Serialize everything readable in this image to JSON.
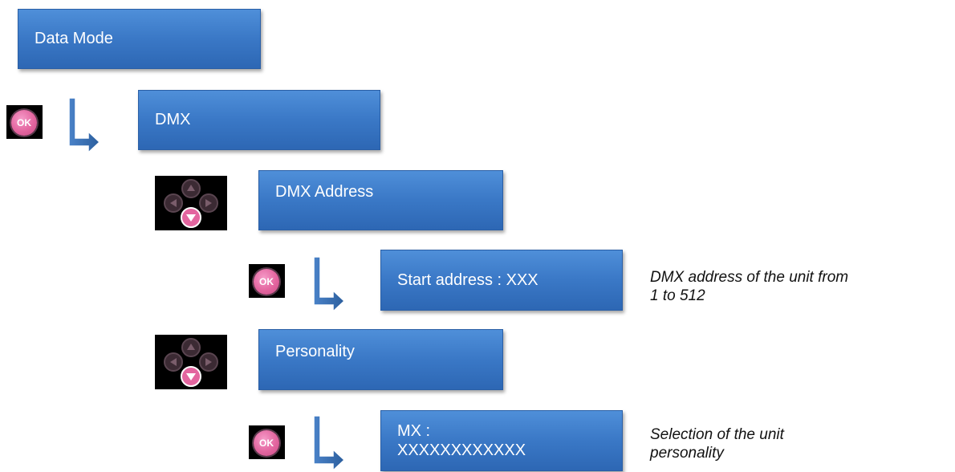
{
  "menu": {
    "data_mode": "Data Mode",
    "dmx": "DMX",
    "dmx_address": "DMX Address",
    "start_address": "Start address : XXX",
    "personality": "Personality",
    "mx_line1": "MX :",
    "mx_line2": "XXXXXXXXXXXX"
  },
  "buttons": {
    "ok_label": "OK"
  },
  "notes": {
    "start_address_line1": "DMX address of the unit from",
    "start_address_line2": "1 to 512",
    "personality_line1": "Selection of the unit",
    "personality_line2": "personality"
  },
  "icons": {
    "ok_button": "ok-button-icon",
    "nav_pad": "navigation-pad-down-icon",
    "arrow": "down-right-arrow-icon"
  },
  "colors": {
    "box_fill": "#3a78c6",
    "box_border": "#2a5fa6",
    "ok_pink": "#e3659f",
    "text": "#ffffff"
  }
}
